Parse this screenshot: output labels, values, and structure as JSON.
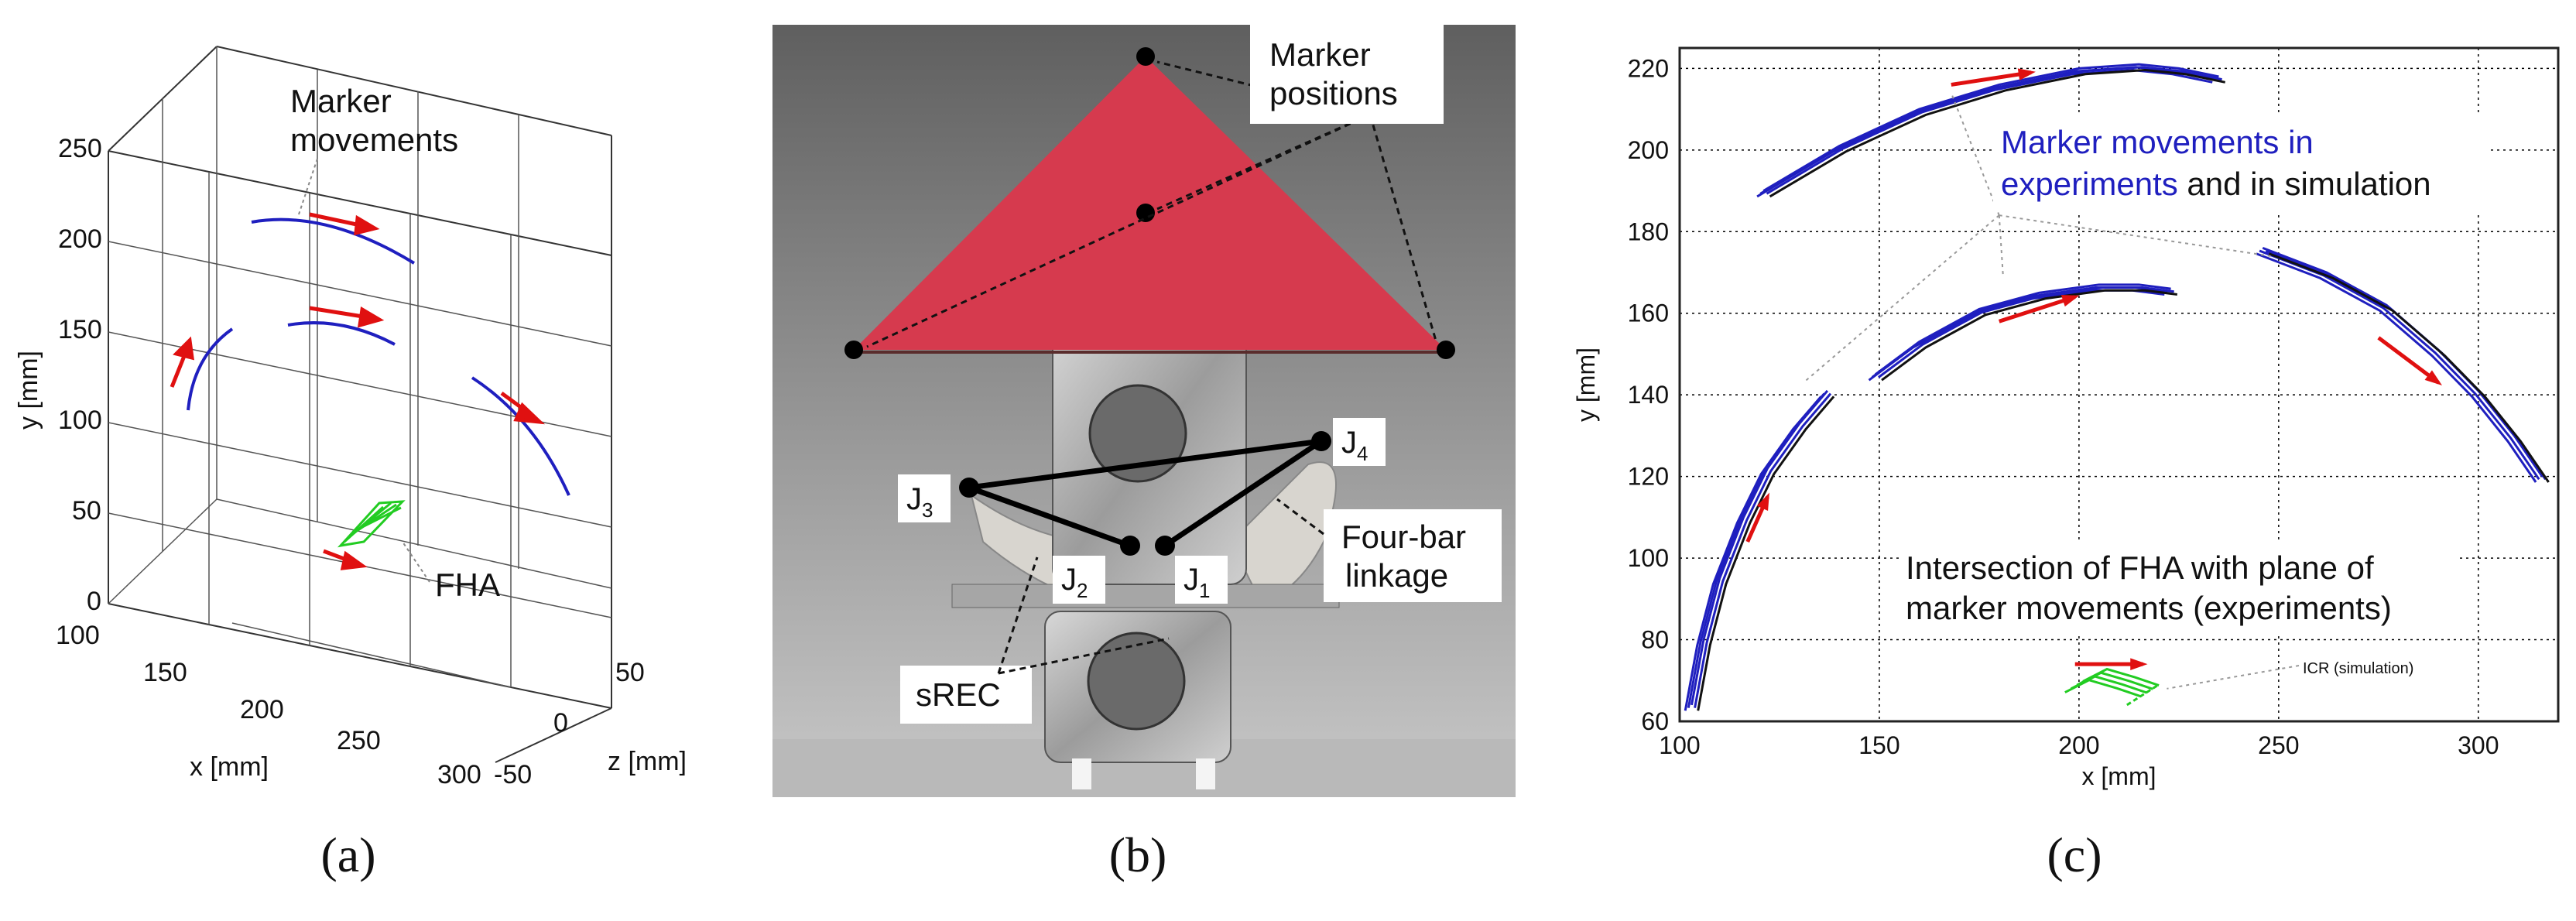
{
  "panel_a": {
    "label": "(a)",
    "y_axis": {
      "label": "y [mm]",
      "ticks": [
        "0",
        "50",
        "100",
        "150",
        "200",
        "250"
      ]
    },
    "x_axis": {
      "label": "x [mm]",
      "ticks": [
        "100",
        "150",
        "200",
        "250",
        "300"
      ]
    },
    "z_axis": {
      "label": "z [mm]",
      "ticks": [
        "50",
        "0",
        "-50"
      ]
    },
    "annotations": {
      "marker_movements_line1": "Marker",
      "marker_movements_line2": "movements",
      "fha": "FHA"
    },
    "colors": {
      "marker_path": "#1f1fbf",
      "direction_arrow": "#e01010",
      "fha": "#22cc22"
    }
  },
  "panel_b": {
    "label": "(b)",
    "annotations": {
      "marker_positions_line1": "Marker",
      "marker_positions_line2": "positions",
      "j1": "J",
      "j1_sub": "1",
      "j2": "J",
      "j2_sub": "2",
      "j3": "J",
      "j3_sub": "3",
      "j4": "J",
      "j4_sub": "4",
      "fourbar_line1": "Four-bar",
      "fourbar_line2": "linkage",
      "srec": "sREC"
    },
    "colors": {
      "triangle": "#d63a4e",
      "background": "#8a8a8a",
      "metal": "#b8b8b8"
    }
  },
  "panel_c": {
    "label": "(c)",
    "annotations": {
      "legend_blue_line1": "Marker movements in",
      "legend_blue_line2a": "experiments",
      "legend_blue_line2b": " and in simulation",
      "fha_line1": "Intersection of FHA with plane of",
      "fha_line2": "marker movements (experiments)",
      "icr": "ICR (simulation)"
    },
    "chart_data": {
      "type": "line",
      "xlabel": "x [mm]",
      "ylabel": "y [mm]",
      "xlim": [
        100,
        320
      ],
      "ylim": [
        60,
        225
      ],
      "xticks": [
        100,
        150,
        200,
        250,
        300
      ],
      "yticks": [
        60,
        80,
        100,
        120,
        140,
        160,
        180,
        200,
        220
      ],
      "grid": true,
      "series": [
        {
          "color": "#1f1fbf",
          "x": [
            121,
            140,
            160,
            180,
            200,
            215,
            225,
            235
          ],
          "y": [
            190,
            201,
            210,
            216,
            220,
            221,
            220,
            218
          ]
        },
        {
          "color": "#1f1fbf",
          "x": [
            149,
            160,
            175,
            190,
            205,
            215,
            223
          ],
          "y": [
            145,
            153,
            161,
            165,
            167,
            167,
            166
          ]
        },
        {
          "color": "#1f1fbf",
          "x": [
            103,
            106,
            110,
            116,
            122,
            130,
            137
          ],
          "y": [
            64,
            80,
            95,
            110,
            122,
            133,
            141
          ]
        },
        {
          "color": "#1f1fbf",
          "x": [
            246,
            262,
            277,
            290,
            300,
            309,
            316
          ],
          "y": [
            176,
            170,
            162,
            151,
            141,
            130,
            120
          ]
        }
      ],
      "arrows": [
        {
          "x": [
            168,
            188
          ],
          "y": [
            216,
            219
          ]
        },
        {
          "x": [
            180,
            199
          ],
          "y": [
            158,
            164
          ]
        },
        {
          "x": [
            117,
            122
          ],
          "y": [
            104,
            115
          ]
        },
        {
          "x": [
            275,
            290
          ],
          "y": [
            154,
            143
          ]
        },
        {
          "x": [
            199,
            216
          ],
          "y": [
            74,
            74
          ]
        }
      ],
      "fha_x": [
        198,
        204,
        211,
        217
      ],
      "fha_y": [
        68,
        71,
        69,
        67
      ],
      "icr_x": [
        212,
        220
      ],
      "icr_y": [
        64,
        69
      ]
    }
  }
}
